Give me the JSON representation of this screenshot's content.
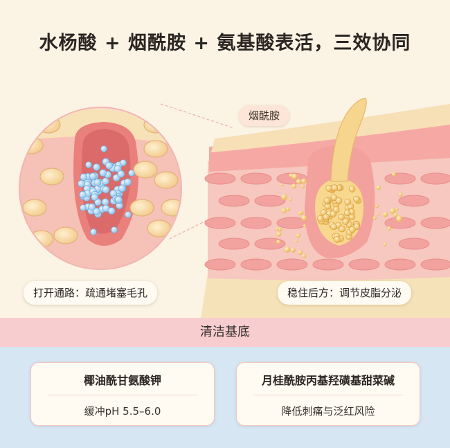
{
  "title": "水杨酸 + 烟酰胺 + 氨基酸表活，三效协同",
  "left_label": "打开通路：疏通堵塞毛孔",
  "right_label": "稳住后方：调节皮脂分泌",
  "niacinamide_tag": "烟酰胺",
  "base_band": "清洁基底",
  "cards": [
    {
      "title": "椰油酰甘氨酸钾",
      "desc": "缓冲pH 5.5–6.0"
    },
    {
      "title": "月桂酰胺丙基羟磺基甜菜碱",
      "desc": "降低刺痛与泛红风险"
    }
  ],
  "colors": {
    "background": "#fbf3e4",
    "skin_pink": "#f4a9a6",
    "fat_cell": "#f6d7a8",
    "salicylic_particle": "#a9d3f0",
    "sebum_particle": "#f3c76b",
    "base_band": "#f7cdd0",
    "bottom_zone": "#d6e6f2"
  }
}
